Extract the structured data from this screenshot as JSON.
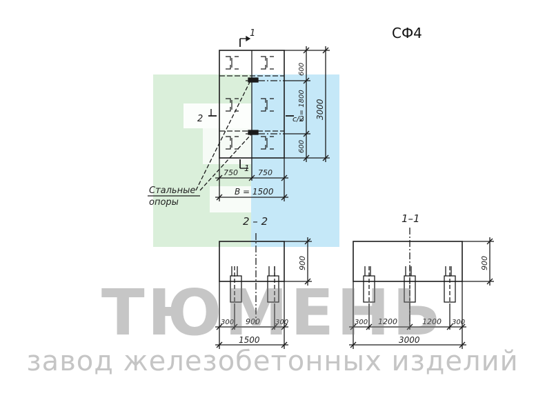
{
  "drawing": {
    "code": "СФ4",
    "section_1_label": "1",
    "section_2_label": "2",
    "section_2_2_title": "2 – 2",
    "section_1_1_title": "1–1",
    "steel_supports_line1": "Стальные",
    "steel_supports_line2": "опоры",
    "plan_dims": {
      "left_half": "750",
      "right_half": "750",
      "width": "В = 1500",
      "top_offset": "600",
      "c_spacing": "с = 1800",
      "bottom_offset": "600",
      "length": "3000",
      "half_c": "с/2"
    },
    "section_2_2_dims": {
      "height": "900",
      "edge_left": "300",
      "middle": "900",
      "edge_right": "300",
      "total": "1500"
    },
    "section_1_1_dims": {
      "height": "900",
      "edge_left": "300",
      "mid_left": "1200",
      "mid_right": "1200",
      "edge_right": "300",
      "total": "3000"
    }
  },
  "watermark": {
    "brand": "ТЮМЕНЬ",
    "subtitle": "завод железобетонных изделий",
    "colors": {
      "green": "#d3ecd3",
      "blue": "#bfe6f7",
      "gray": "#8a8a8a"
    }
  }
}
